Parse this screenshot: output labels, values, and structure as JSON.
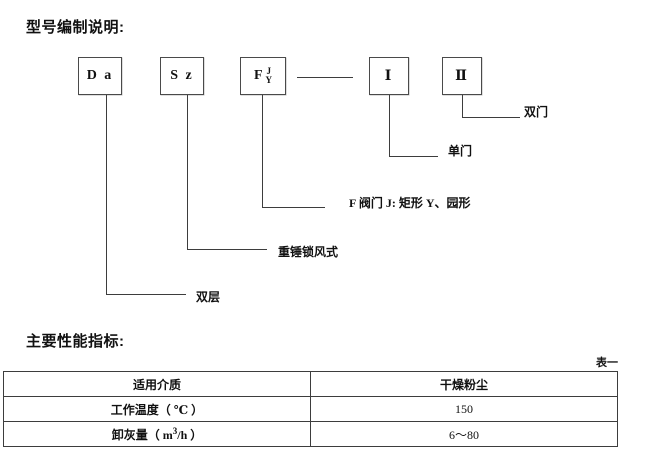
{
  "headings": {
    "model_spec": "型号编制说明:",
    "performance": "主要性能指标:"
  },
  "diagram": {
    "boxes": [
      {
        "id": "da",
        "label": "D a"
      },
      {
        "id": "sz",
        "label": "S z"
      },
      {
        "id": "fjy",
        "main": "F",
        "sup": "J",
        "sub": "Y"
      },
      {
        "id": "roman-1",
        "label": "Ⅰ"
      },
      {
        "id": "roman-2",
        "label": "Ⅱ"
      }
    ],
    "labels": {
      "double_door": "双门",
      "single_door": "单门",
      "valve_shape": "F 阀门 J: 矩形  Y、园形",
      "counterweight": "重锤锁风式",
      "double_layer": "双层"
    }
  },
  "table": {
    "caption": "表一",
    "rows": [
      {
        "label": "适用介质",
        "value": "干燥粉尘"
      },
      {
        "label": "工作温度（ ℃ ）",
        "value": "150"
      },
      {
        "label_prefix": "卸灰量（ m",
        "label_sup": "3",
        "label_suffix": "/h ）",
        "value": "6～80"
      }
    ]
  },
  "colors": {
    "ink": "#111111",
    "stroke": "#3d3d3d",
    "box_border": "#4a4a4a",
    "background": "#ffffff"
  }
}
